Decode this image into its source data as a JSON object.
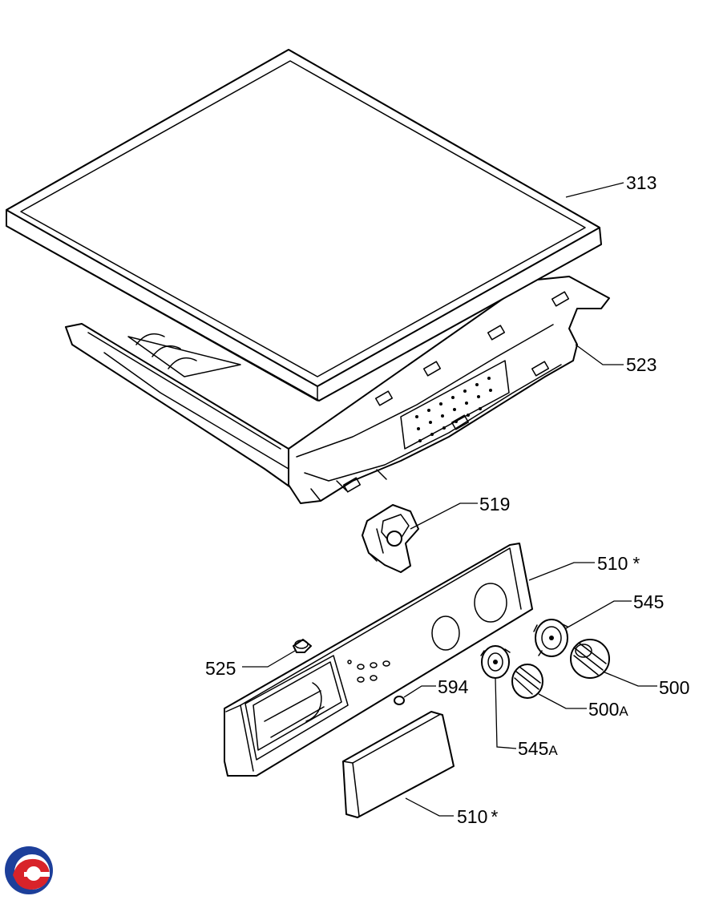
{
  "diagram": {
    "parts": [
      {
        "id": "313",
        "number": "313",
        "suffix": "",
        "name": "top-cover"
      },
      {
        "id": "523",
        "number": "523",
        "suffix": "",
        "name": "control-panel-support"
      },
      {
        "id": "519",
        "number": "519",
        "suffix": "",
        "name": "switch"
      },
      {
        "id": "510a",
        "number": "510",
        "suffix": "*",
        "name": "control-panel-fascia"
      },
      {
        "id": "545",
        "number": "545",
        "suffix": "",
        "name": "selector"
      },
      {
        "id": "500",
        "number": "500",
        "suffix": "",
        "name": "knob"
      },
      {
        "id": "525",
        "number": "525",
        "suffix": "",
        "name": "indicator"
      },
      {
        "id": "594",
        "number": "594",
        "suffix": "",
        "name": "indicator-lens"
      },
      {
        "id": "500A",
        "number": "500",
        "suffix": "A",
        "name": "knob-small"
      },
      {
        "id": "545A",
        "number": "545",
        "suffix": "A",
        "name": "selector-small"
      },
      {
        "id": "510b",
        "number": "510",
        "suffix": "*",
        "name": "dispenser-drawer-front"
      }
    ],
    "logo": {
      "name": "brand-logo",
      "colors": [
        "#1d3f9a",
        "#d8232a"
      ]
    }
  }
}
